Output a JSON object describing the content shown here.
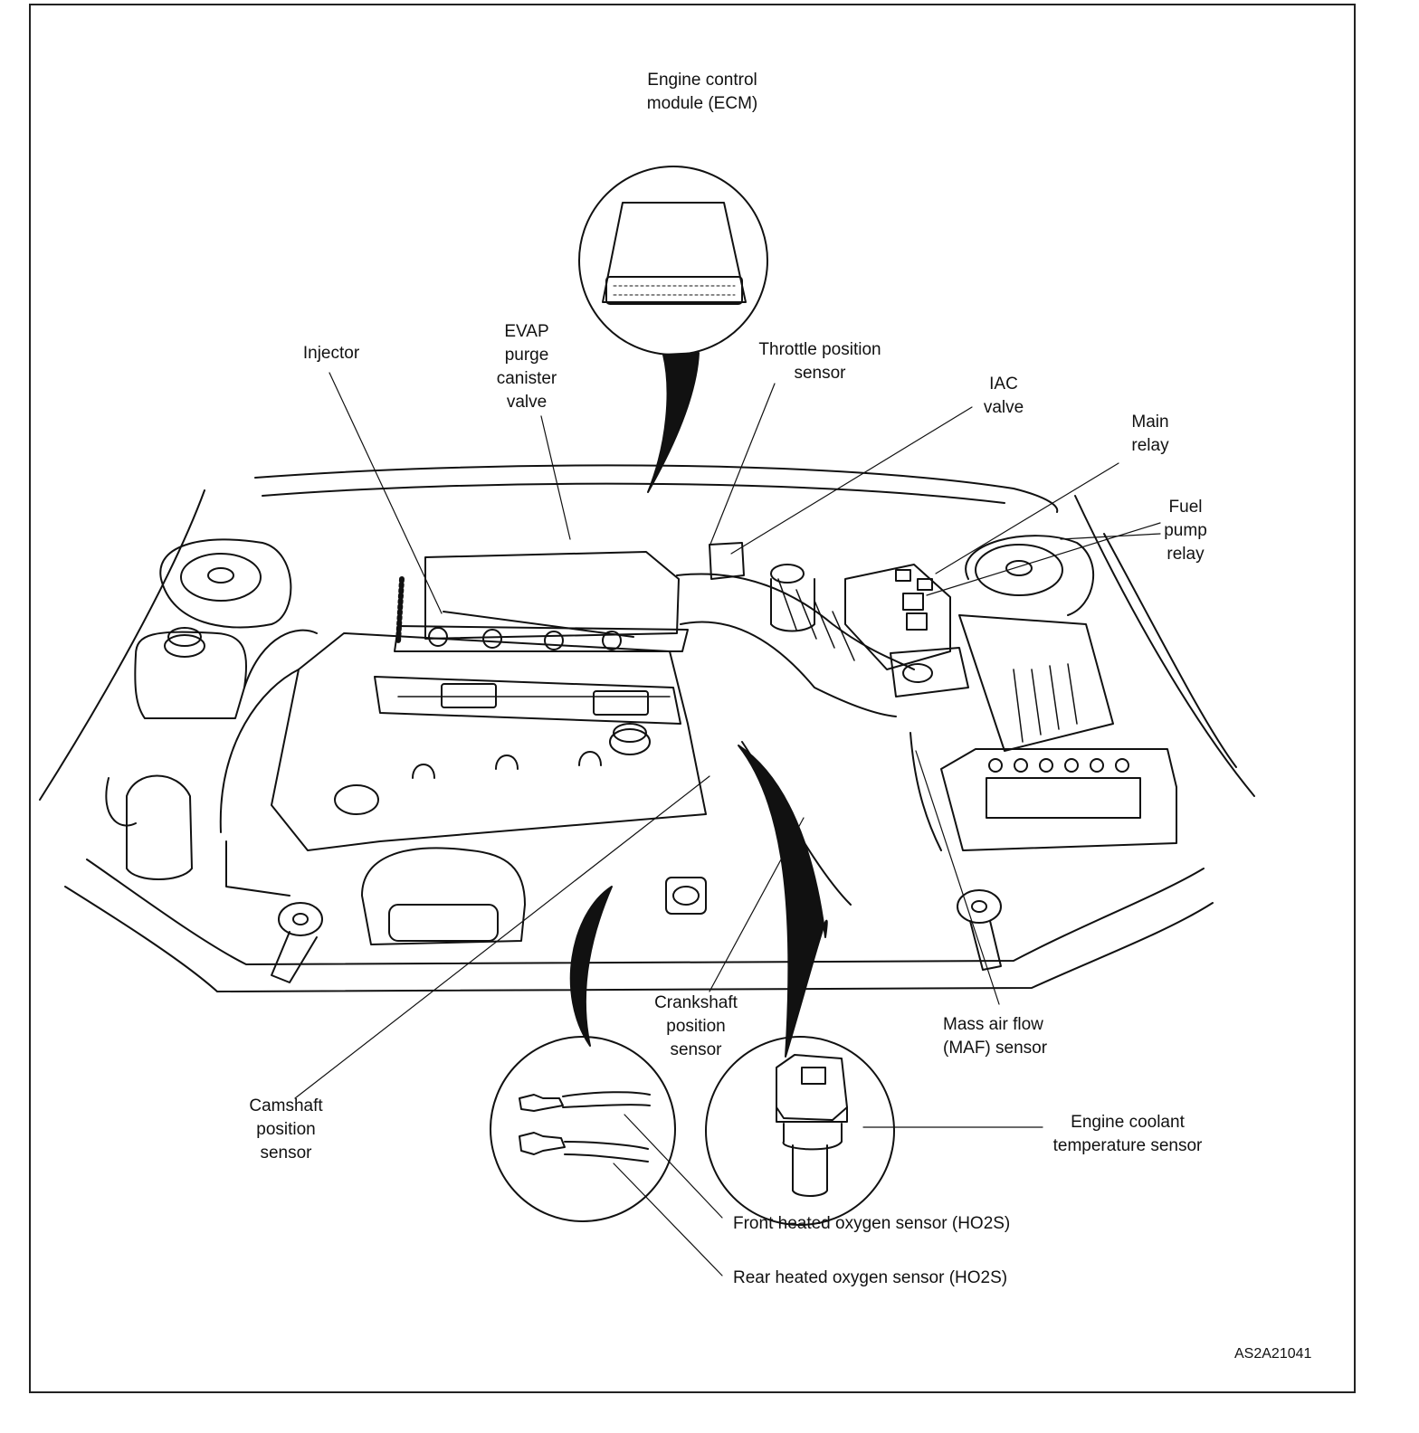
{
  "diagram": {
    "labels": {
      "ecm": "Engine control\nmodule (ECM)",
      "injector": "Injector",
      "evap": "EVAP\npurge\ncanister\nvalve",
      "throttle": "Throttle position\nsensor",
      "iac": "IAC\nvalve",
      "main_relay": "Main\nrelay",
      "fuel_pump_relay": "Fuel\npump\nrelay",
      "crankshaft": "Crankshaft\nposition\nsensor",
      "maf": "Mass air flow\n(MAF) sensor",
      "camshaft": "Camshaft\nposition\nsensor",
      "coolant": "Engine coolant\ntemperature sensor",
      "front_ho2s": "Front heated oxygen sensor (HO2S)",
      "rear_ho2s": "Rear heated oxygen sensor (HO2S)"
    },
    "figure_code": "AS2A21041"
  }
}
